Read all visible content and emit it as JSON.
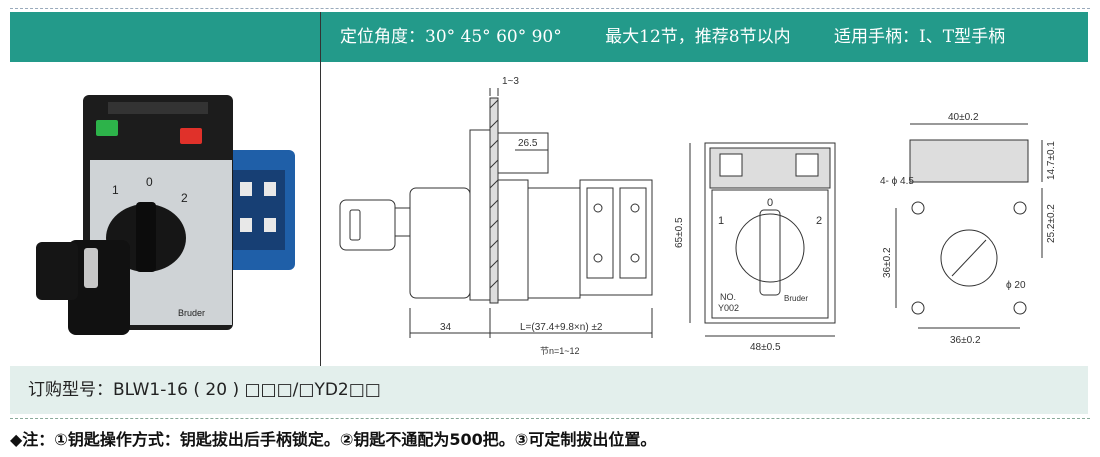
{
  "header": {
    "angle": "定位角度：30° 45° 60° 90°",
    "sections": "最大12节，推荐8节以内",
    "handles": "适用手柄：I、T型手柄"
  },
  "photo": {
    "pos_1": "1",
    "pos_0": "0",
    "pos_2": "2",
    "brand": "Bruder"
  },
  "side_view": {
    "dim_gap": "1~3",
    "dim_shaft": "26.5",
    "dim_left": "34",
    "dim_length": "L=(37.4+9.8×n) ±2",
    "dim_sections": "节n=1~12"
  },
  "front_view": {
    "pos_1": "1",
    "pos_0": "0",
    "pos_2": "2",
    "model_no": "NO.",
    "model_code": "Y002",
    "brand": "Bruder",
    "dim_height": "65±0.5",
    "dim_width": "48±0.5"
  },
  "cutout": {
    "dim_top_width": "40±0.2",
    "dim_top_height": "14.7±0.1",
    "dim_holes": "4- ϕ 4.5",
    "dim_vertical_1": "25.2±0.2",
    "dim_vertical_2": "36±0.2",
    "dim_circle": "ϕ 20",
    "dim_bottom_width": "36±0.2"
  },
  "order": {
    "label": "订购型号：BLW1-16 ( 20 ) □□□/□YD2□□"
  },
  "note": {
    "text": "◆注：①钥匙操作方式：钥匙拔出后手柄锁定。②钥匙不通配为500把。③可定制拔出位置。"
  },
  "colors": {
    "header_bg": "#239a8a",
    "order_bg": "#e3efec",
    "lamp_green": "#2db34a",
    "lamp_red": "#e0312a",
    "switch_blue": "#1f5fa8"
  }
}
